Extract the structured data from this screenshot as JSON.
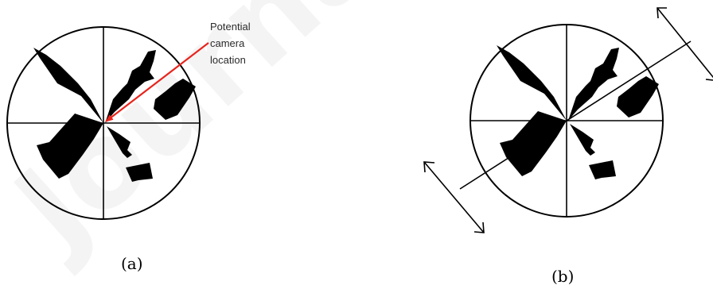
{
  "panels": [
    {
      "caption": "(a)",
      "annotation_lines": [
        "Potential",
        "camera",
        "location"
      ]
    },
    {
      "caption": "(b)"
    }
  ],
  "watermark": "Journal Pre-proof",
  "colors": {
    "outline": "#000000",
    "obstacles": "#000000",
    "camera_arrow": "#e8231c",
    "annotation_text": "#2b2b2b"
  }
}
